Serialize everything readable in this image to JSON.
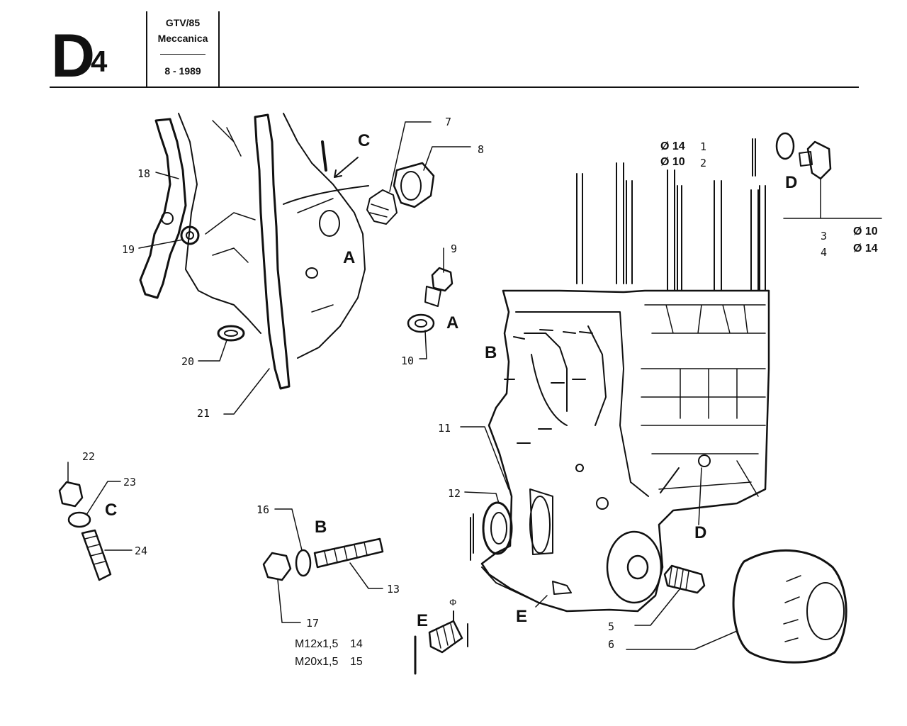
{
  "header": {
    "section_letter": "D",
    "section_number": "4",
    "model": "GTV/85",
    "category": "Meccanica",
    "date": "8 - 1989"
  },
  "callouts": {
    "c1": "1",
    "c2": "2",
    "c3": "3",
    "c4": "4",
    "c5": "5",
    "c6": "6",
    "c7": "7",
    "c8": "8",
    "c9": "9",
    "c10": "10",
    "c11": "11",
    "c12": "12",
    "c13": "13",
    "c14": "14",
    "c15": "15",
    "c16": "16",
    "c17": "17",
    "c18": "18",
    "c19": "19",
    "c20": "20",
    "c21": "21",
    "c22": "22",
    "c23": "23",
    "c24": "24"
  },
  "detail_letters": {
    "A1": "A",
    "A2": "A",
    "B1": "B",
    "B2": "B",
    "C1": "C",
    "C2": "C",
    "D1": "D",
    "D2": "D",
    "E1": "E",
    "E2": "E"
  },
  "specs": {
    "dia14_a": "Ø 14",
    "dia10_a": "Ø 10",
    "dia10_b": "Ø 10",
    "dia14_b": "Ø 14",
    "thread_m12": "M12x1,5",
    "thread_m20": "M20x1,5",
    "phi_symbol": "Φ"
  }
}
